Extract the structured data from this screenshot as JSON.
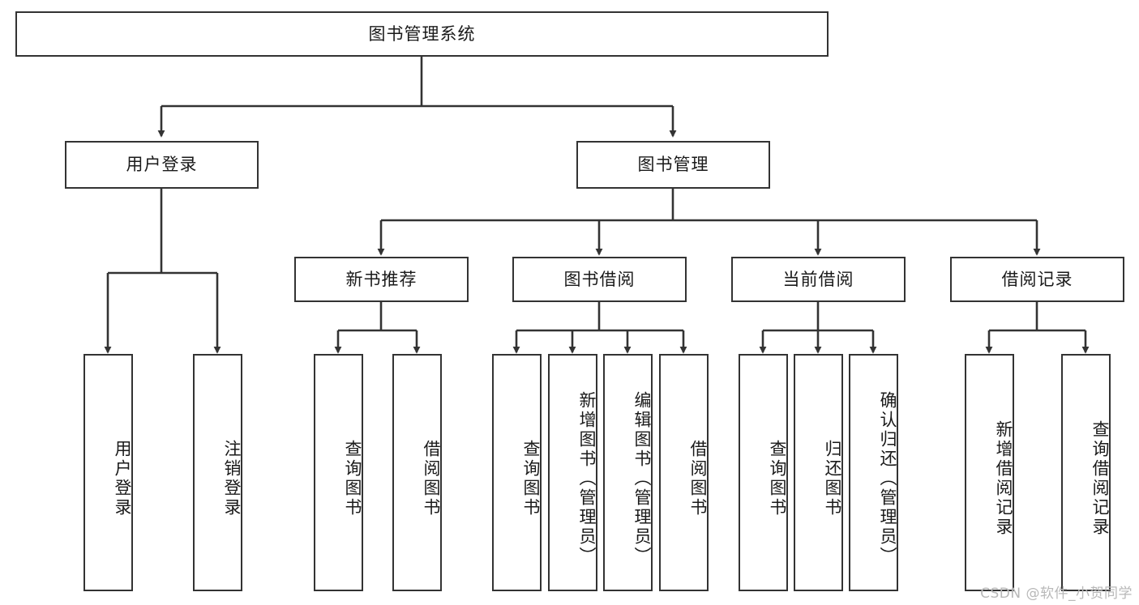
{
  "diagram": {
    "title": "图书管理系统",
    "watermark": "CSDN @软件_小贺同学",
    "stroke_color": "#333333",
    "background_color": "#ffffff",
    "nodes": {
      "root": {
        "label": "图书管理系统"
      },
      "level1": [
        {
          "id": "user-login",
          "label": "用户登录"
        },
        {
          "id": "book-manage",
          "label": "图书管理"
        }
      ],
      "level2": [
        {
          "id": "new-book-recommend",
          "label": "新书推荐"
        },
        {
          "id": "book-borrow",
          "label": "图书借阅"
        },
        {
          "id": "current-borrow",
          "label": "当前借阅"
        },
        {
          "id": "borrow-record",
          "label": "借阅记录"
        }
      ],
      "leaves": [
        {
          "id": "leaf-user-login",
          "label": "用户登录",
          "parent": "user-login"
        },
        {
          "id": "leaf-logout-login",
          "label": "注销登录",
          "parent": "user-login"
        },
        {
          "id": "leaf-query-book-1",
          "label": "查询图书",
          "parent": "new-book-recommend"
        },
        {
          "id": "leaf-borrow-book-1",
          "label": "借阅图书",
          "parent": "new-book-recommend"
        },
        {
          "id": "leaf-query-book-2",
          "label": "查询图书",
          "parent": "book-borrow"
        },
        {
          "id": "leaf-add-book",
          "label": "新增图书（管理员）",
          "parent": "book-borrow"
        },
        {
          "id": "leaf-edit-book",
          "label": "编辑图书（管理员）",
          "parent": "book-borrow"
        },
        {
          "id": "leaf-borrow-book-2",
          "label": "借阅图书",
          "parent": "book-borrow"
        },
        {
          "id": "leaf-query-book-3",
          "label": "查询图书",
          "parent": "current-borrow"
        },
        {
          "id": "leaf-return-book",
          "label": "归还图书",
          "parent": "current-borrow"
        },
        {
          "id": "leaf-confirm-return",
          "label": "确认归还（管理员）",
          "parent": "current-borrow"
        },
        {
          "id": "leaf-add-record",
          "label": "新增借阅记录",
          "parent": "borrow-record"
        },
        {
          "id": "leaf-query-record",
          "label": "查询借阅记录",
          "parent": "borrow-record"
        }
      ]
    }
  },
  "chart_data": {
    "type": "diagram",
    "subtype": "tree-hierarchy",
    "title": "图书管理系统",
    "orientation": "top-down",
    "levels": 4,
    "tree": {
      "name": "图书管理系统",
      "children": [
        {
          "name": "用户登录",
          "children": [
            {
              "name": "用户登录"
            },
            {
              "name": "注销登录"
            }
          ]
        },
        {
          "name": "图书管理",
          "children": [
            {
              "name": "新书推荐",
              "children": [
                {
                  "name": "查询图书"
                },
                {
                  "name": "借阅图书"
                }
              ]
            },
            {
              "name": "图书借阅",
              "children": [
                {
                  "name": "查询图书"
                },
                {
                  "name": "新增图书（管理员）"
                },
                {
                  "name": "编辑图书（管理员）"
                },
                {
                  "name": "借阅图书"
                }
              ]
            },
            {
              "name": "当前借阅",
              "children": [
                {
                  "name": "查询图书"
                },
                {
                  "name": "归还图书"
                },
                {
                  "name": "确认归还（管理员）"
                }
              ]
            },
            {
              "name": "借阅记录",
              "children": [
                {
                  "name": "新增借阅记录"
                },
                {
                  "name": "查询借阅记录"
                }
              ]
            }
          ]
        }
      ]
    }
  }
}
